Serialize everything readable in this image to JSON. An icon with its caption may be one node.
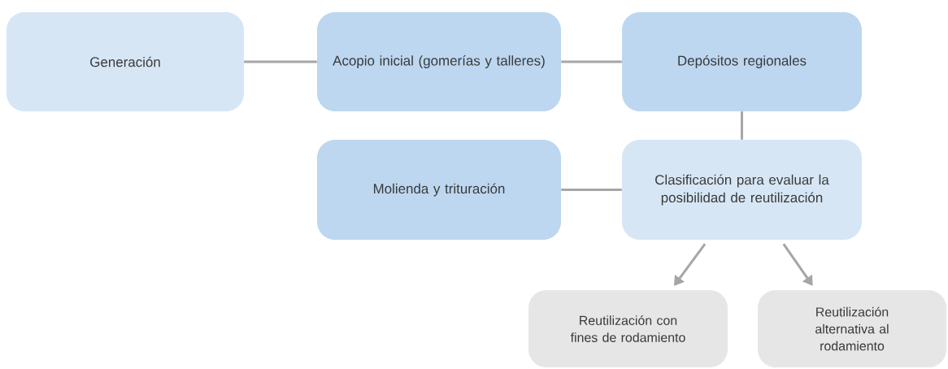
{
  "diagram": {
    "nodes": [
      {
        "text": [
          "Generación"
        ]
      },
      {
        "text": [
          "Acopio inicial (gomerías y talleres)"
        ]
      },
      {
        "text": [
          "Depósitos regionales"
        ]
      },
      {
        "text": [
          "Molienda y trituración"
        ]
      },
      {
        "text": [
          "Clasificación para evaluar la posibilidad de reutilización"
        ]
      },
      {
        "text": [
          "Reutilización con fines de rodamiento"
        ]
      },
      {
        "text": [
          "Reutilización alternativa al rodamiento"
        ]
      }
    ],
    "edges": [
      {
        "from": 0,
        "to": 1,
        "arrow": "none"
      },
      {
        "from": 1,
        "to": 2,
        "arrow": "none"
      },
      {
        "from": 2,
        "to": 4,
        "arrow": "none"
      },
      {
        "from": 4,
        "to": 3,
        "arrow": "none"
      },
      {
        "from": 4,
        "to": 5,
        "arrow": "to"
      },
      {
        "from": 4,
        "to": 6,
        "arrow": "to"
      }
    ]
  }
}
